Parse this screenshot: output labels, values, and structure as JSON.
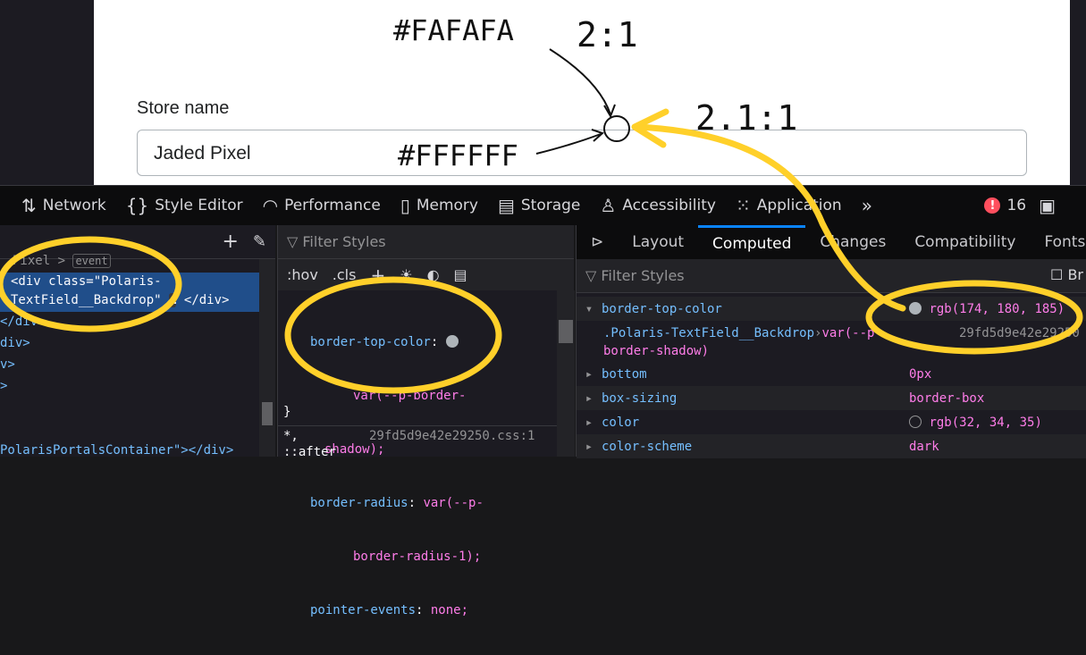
{
  "page": {
    "store_label": "Store name",
    "store_value": "Jaded Pixel"
  },
  "toolbar": {
    "items": [
      {
        "label": "Network",
        "icon": "network-arrows-icon"
      },
      {
        "label": "Style Editor",
        "icon": "braces-icon"
      },
      {
        "label": "Performance",
        "icon": "gauge-icon"
      },
      {
        "label": "Memory",
        "icon": "chip-icon"
      },
      {
        "label": "Storage",
        "icon": "cabinet-icon"
      },
      {
        "label": "Accessibility",
        "icon": "person-icon"
      },
      {
        "label": "Application",
        "icon": "grid-icon"
      }
    ],
    "error_count": "16"
  },
  "markup": {
    "lines": [
      "Pixel > ",
      "event",
      "<div class=\"Polaris-",
      "TextField__Backdrop\"",
      "</div>",
      "</div>",
      "div>",
      "v>",
      ">",
      "PolarisPortalsContainer\"></div>"
    ]
  },
  "rules": {
    "filter_placeholder": "Filter Styles",
    "hov": ":hov",
    "cls": ".cls",
    "p1": "border-top-color",
    "v1a": "var(--p-border-",
    "v1b": "shadow);",
    "p2": "border-radius",
    "v2a": "var(--p-",
    "v2b": "border-radius-1);",
    "p3": "pointer-events",
    "v3": "none;",
    "close": "}",
    "sel1": "*,",
    "sel2": "::after",
    "source": "29fd5d9e42e29250.css:1"
  },
  "computed": {
    "tabs": [
      "Layout",
      "Computed",
      "Changes",
      "Compatibility",
      "Fonts"
    ],
    "active_tab": "Computed",
    "filter_placeholder": "Filter Styles",
    "browser_styles": "Br",
    "rows": [
      {
        "prop": "border-top-color",
        "value": "rgb(174, 180, 185)",
        "swatch": "#aeb4b9",
        "expanded": true
      },
      {
        "prop": "bottom",
        "value": "0px"
      },
      {
        "prop": "box-sizing",
        "value": "border-box"
      },
      {
        "prop": "color",
        "value": "rgb(32, 34, 35)",
        "swatch": "#202223"
      },
      {
        "prop": "color-scheme",
        "value": "dark"
      }
    ],
    "sub_selector": ".Polaris-TextField__Backdrop",
    "sub_value_a": "var(--p-",
    "sub_value_b": "border-shadow)",
    "sub_source": "29fd5d9e42e29250"
  },
  "annotations": {
    "color_top": "#FAFAFA",
    "ratio_top": "2:1",
    "color_bottom": "#FFFFFF",
    "ratio_right": "2.1:1",
    "highlight": "#ffd02a"
  }
}
